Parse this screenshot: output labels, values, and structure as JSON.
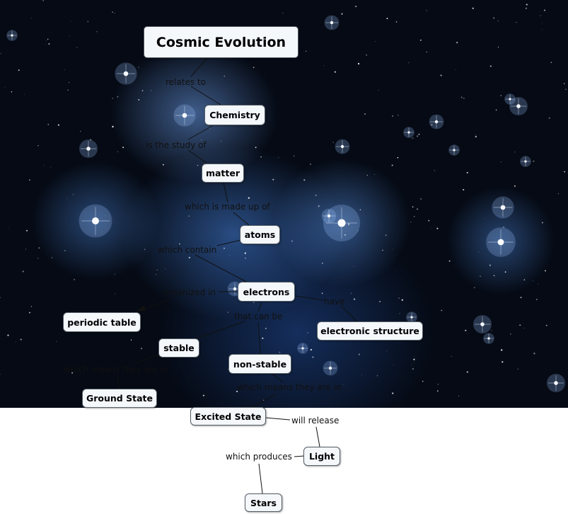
{
  "concept_map": {
    "concepts": {
      "cosmic_evolution": "Cosmic Evolution",
      "chemistry": "Chemistry",
      "matter": "matter",
      "atoms": "atoms",
      "electrons": "electrons",
      "periodic_table": "periodic table",
      "electronic_structure": "electronic structure",
      "stable": "stable",
      "non_stable": "non-stable",
      "ground_state": "Ground State",
      "excited_state": "Excited State",
      "light": "Light",
      "stars": "Stars"
    },
    "links": {
      "relates_to": "relates to",
      "is_the_study_of": "is the study of",
      "which_is_made_up_of": "which is made up of",
      "which_contain": "which contain",
      "organized_in": "organized in",
      "have": "have",
      "that_can_be": "that can be",
      "which_means_they_are_in_1": "which means they are in",
      "which_means_they_are_in_2": "which means they are in",
      "will_release": "will release",
      "which_produces": "which produces"
    }
  },
  "colors": {
    "space_background": "#050a14",
    "nebula_blue": "#4f8fe0",
    "node_fill": "#f4f8fb",
    "node_border": "#555d66",
    "connector": "#111111"
  }
}
